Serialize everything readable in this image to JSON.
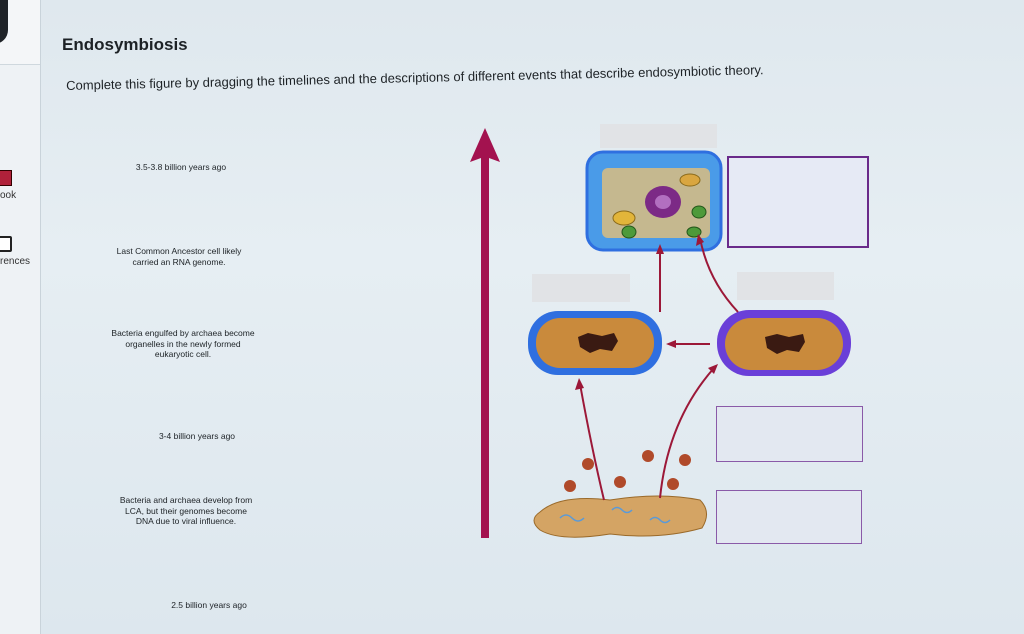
{
  "sidebar": {
    "items": [
      {
        "label": "ook",
        "icon": "book-icon"
      },
      {
        "label": "rences",
        "icon": "references-icon"
      }
    ]
  },
  "page": {
    "title": "Endosymbiosis",
    "instructions": "Complete this figure by dragging the timelines and the descriptions of different events that describe endosymbiotic theory."
  },
  "cards": [
    {
      "text": "3.5-3.8 billion years ago"
    },
    {
      "text": "Last Common Ancestor cell likely carried an RNA genome."
    },
    {
      "text": "Bacteria engulfed by archaea become organelles in the newly formed eukaryotic cell."
    },
    {
      "text": "3-4 billion years ago"
    },
    {
      "text": "Bacteria and archaea develop from LCA, but their genomes become DNA due to viral influence."
    },
    {
      "text": "2.5 billion years ago"
    }
  ],
  "colors": {
    "timeline": "#a3124f",
    "arrow": "#9c1838",
    "cell_blue": "#2f6fe0",
    "cell_purple": "#6a3fd8",
    "cytoplasm": "#c98a3c",
    "nucleoid": "#3a1a12"
  }
}
